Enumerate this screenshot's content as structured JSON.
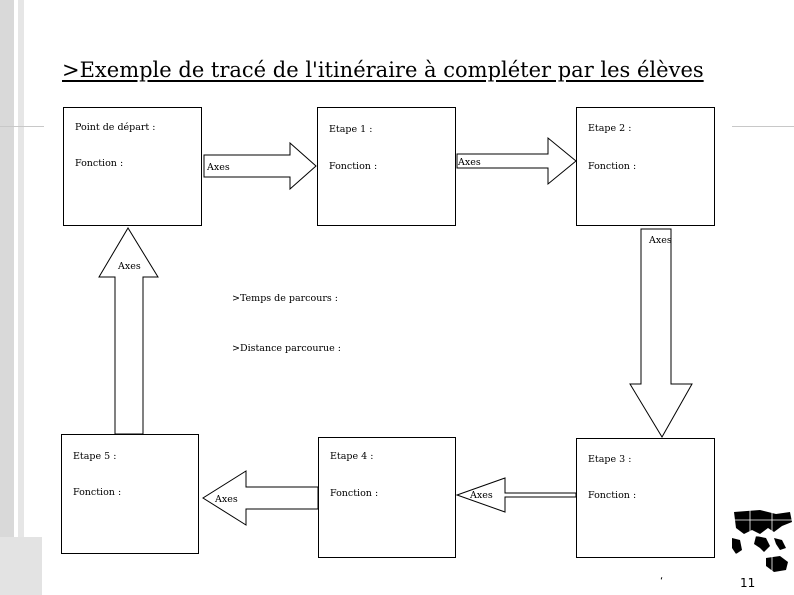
{
  "title": ">Exemple de tracé de l'itinéraire à compléter par les élèves",
  "boxes": {
    "start": {
      "top": "Point de départ :",
      "bottom": "Fonction :"
    },
    "step1": {
      "top": "Etape 1 :",
      "bottom": "Fonction :"
    },
    "step2": {
      "top": "Etape 2 :",
      "bottom": "Fonction :"
    },
    "step3": {
      "top": "Etape 3 :",
      "bottom": "Fonction :"
    },
    "step4": {
      "top": "Etape 4 :",
      "bottom": "Fonction :"
    },
    "step5": {
      "top": "Etape 5 :",
      "bottom": "Fonction :"
    }
  },
  "arrow_label": "Axes",
  "notes": {
    "time": ">Temps de parcours :",
    "distance": ">Distance parcourue :"
  },
  "page_number": "11",
  "colors": {
    "frame": "#000000",
    "decor_bar": "#d9d9d9"
  },
  "icons": {
    "corner": "world-map-icon"
  }
}
